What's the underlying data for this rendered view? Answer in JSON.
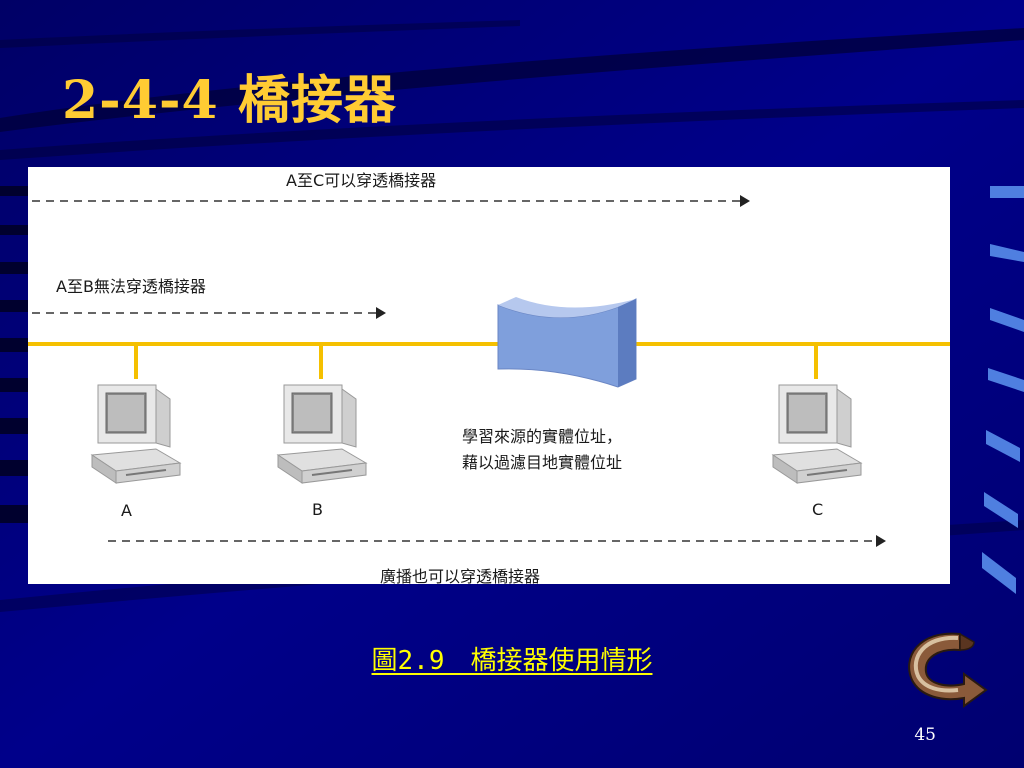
{
  "slide": {
    "title": "2-4-4 橋接器",
    "caption": "圖2.9　橋接器使用情形",
    "page_number": "45"
  },
  "diagram": {
    "arrow_a_to_c": "A至C可以穿透橋接器",
    "arrow_a_to_b": "A至B無法穿透橋接器",
    "bridge_note_line1": "學習來源的實體位址，",
    "bridge_note_line2": "藉以過濾目地實體位址",
    "broadcast": "廣播也可以穿透橋接器",
    "computers": [
      "A",
      "B",
      "C"
    ]
  },
  "colors": {
    "background": "#00007a",
    "title": "#ffcc33",
    "caption": "#ffff00",
    "network_line": "#f5c000",
    "bridge_fill": "#7f9fdc"
  }
}
